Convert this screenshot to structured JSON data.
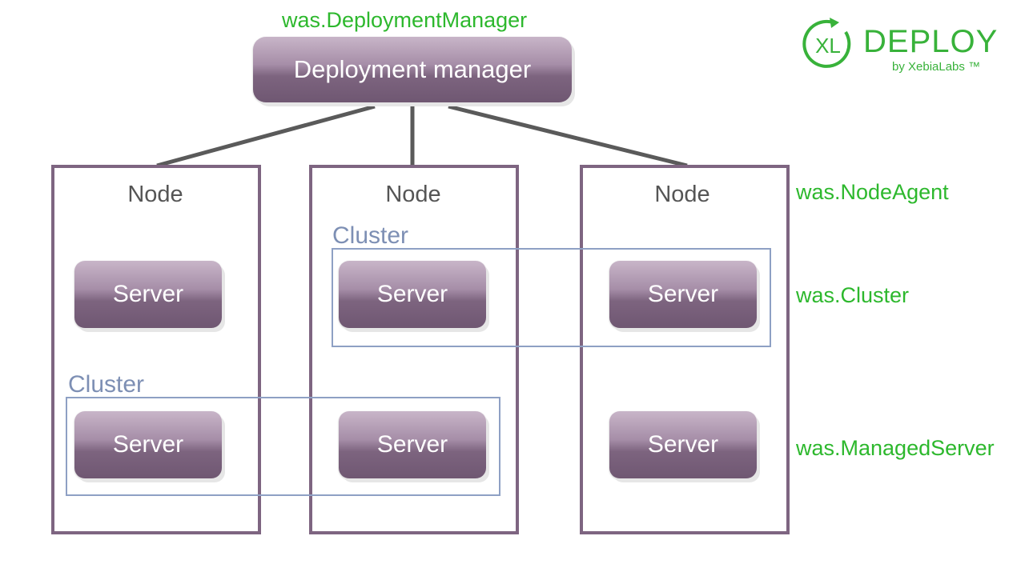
{
  "labels": {
    "deployment_manager_type": "was.DeploymentManager",
    "node_agent_type": "was.NodeAgent",
    "cluster_type": "was.Cluster",
    "managed_server_type": "was.ManagedServer"
  },
  "deployment_manager": {
    "label": "Deployment manager"
  },
  "nodes": [
    {
      "title": "Node",
      "servers": [
        "Server",
        "Server"
      ]
    },
    {
      "title": "Node",
      "servers": [
        "Server",
        "Server"
      ]
    },
    {
      "title": "Node",
      "servers": [
        "Server",
        "Server"
      ]
    }
  ],
  "clusters": [
    {
      "label": "Cluster"
    },
    {
      "label": "Cluster"
    }
  ],
  "logo": {
    "mark": "XL",
    "name": "DEPLOY",
    "tagline": "by XebiaLabs ™"
  },
  "colors": {
    "green": "#2db82d",
    "node_border": "#7e6581",
    "cluster_border": "#8ea0c4",
    "pill_top": "#c8b5c8",
    "pill_bottom": "#6f5772"
  }
}
